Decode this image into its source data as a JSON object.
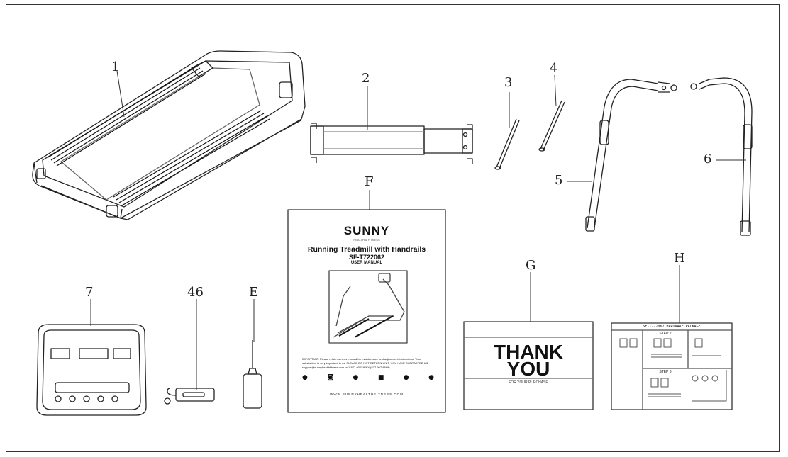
{
  "labels": {
    "part1": "1",
    "part2": "2",
    "part3": "3",
    "part4": "4",
    "part5": "5",
    "part6": "6",
    "part7": "7",
    "part46": "46",
    "partE": "E",
    "partF": "F",
    "partG": "G",
    "partH": "H"
  },
  "manual": {
    "brand": "SUNNY",
    "brand_tagline": "HEALTH & FITNESS",
    "title": "Running Treadmill with Handrails",
    "model": "SF-T722062",
    "subtitle": "USER MANUAL",
    "notice_1": "IMPORTANT: Please retain owner's manual for maintenance and adjustment instructions. Your",
    "notice_2": "satisfaction is very important to us, PLEASE DO NOT RETURN UNIT, YOU HAVE CONTACTED US:",
    "notice_3": "support@sunnyhealthfitness.com or 1-877-90SUNNY (877-907-8669).",
    "website": "WWW.SUNNYHEALTHFITNESS.COM"
  },
  "card": {
    "line1": "THANK",
    "line2": "YOU",
    "footer": "FOR YOUR PURCHASE"
  },
  "hardware": {
    "title": "SF-T722062 HARDWARE PACKAGE",
    "step2": "STEP 2",
    "step3": "STEP 3"
  }
}
